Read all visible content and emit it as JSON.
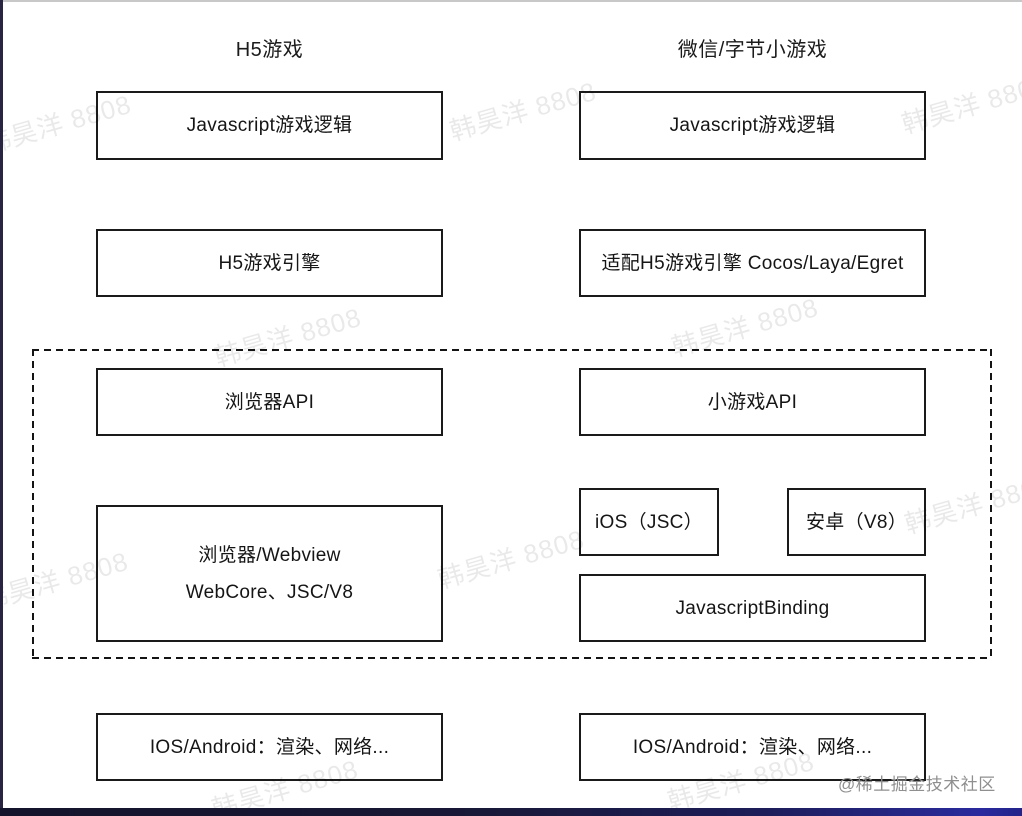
{
  "titles": {
    "left": "H5游戏",
    "right": "微信/字节小游戏"
  },
  "left_column": {
    "js_logic": "Javascript游戏逻辑",
    "engine": "H5游戏引擎",
    "browser_api": "浏览器API",
    "webview_line1": "浏览器/Webview",
    "webview_line2": "WebCore、JSC/V8",
    "os_layer": "IOS/Android：渲染、网络..."
  },
  "right_column": {
    "js_logic": "Javascript游戏逻辑",
    "engine": "适配H5游戏引擎 Cocos/Laya/Egret",
    "minigame_api": "小游戏API",
    "ios_runtime": "iOS（JSC）",
    "android_runtime": "安卓（V8）",
    "binding": "JavascriptBinding",
    "os_layer": "IOS/Android：渲染、网络..."
  },
  "watermarks": {
    "repeat_text": "韩昊洋 8808",
    "attribution": "@稀土掘金技术社区"
  },
  "colors": {
    "box_border": "#1a1a1a",
    "dashed_border": "#141414",
    "text": "#151515",
    "watermark": "#e9e9e9",
    "attribution_gray": "#8f8f8f",
    "edge_navy": "#2a2443",
    "bottom_band_dark": "#14142c",
    "bottom_band_blue": "#2a2a9e",
    "top_edge_gray": "#c8c8c8"
  }
}
